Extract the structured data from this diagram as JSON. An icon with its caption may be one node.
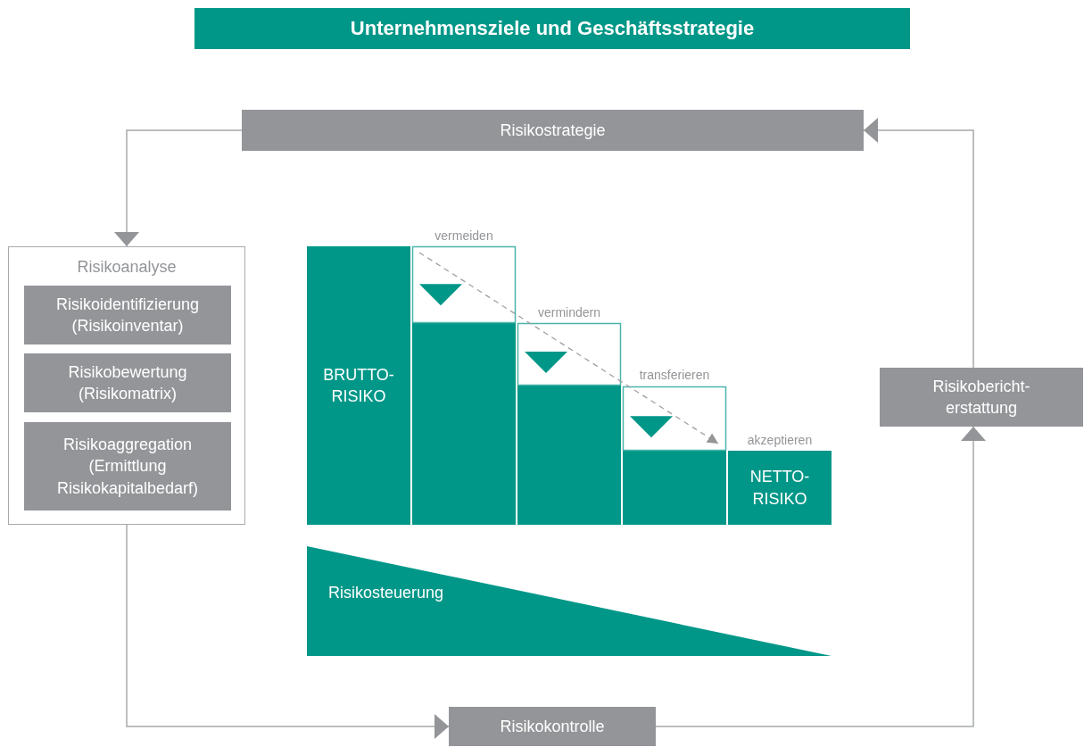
{
  "diagram": {
    "nodes": [
      {
        "text": [
          "Unternehmensziele und Geschäftsstrategie"
        ]
      },
      {
        "text": [
          "Risikostrategie"
        ]
      },
      {
        "text": [
          "Risikoanalyse"
        ]
      },
      {
        "text": [
          "Risikoidentifizierung (Risikoinventar)"
        ],
        "in": 2
      },
      {
        "text": [
          "Risikobewertung (Risikomatrix)"
        ],
        "in": 2
      },
      {
        "text": [
          "Risikoaggregation (Ermittlung Risikokapitalbedarf)"
        ],
        "in": 2
      },
      {
        "text": [
          "Risikokontrolle"
        ]
      },
      {
        "text": [
          "Risikobericht-erstattung"
        ]
      },
      {
        "text": [
          "BRUTTO-RISIKO"
        ]
      },
      {
        "text": [
          "NETTO-RISIKO"
        ]
      },
      {
        "text": [
          "Risikosteuerung"
        ]
      }
    ],
    "edges": [
      {
        "from": 1,
        "to": 2,
        "arrow": "to"
      },
      {
        "from": 2,
        "to": 6,
        "arrow": "to"
      },
      {
        "from": 6,
        "to": 7,
        "arrow": "to"
      },
      {
        "from": 7,
        "to": 1,
        "arrow": "to"
      }
    ],
    "labels": [
      "vermeiden",
      "vermindern",
      "transferieren",
      "akzeptieren"
    ]
  }
}
